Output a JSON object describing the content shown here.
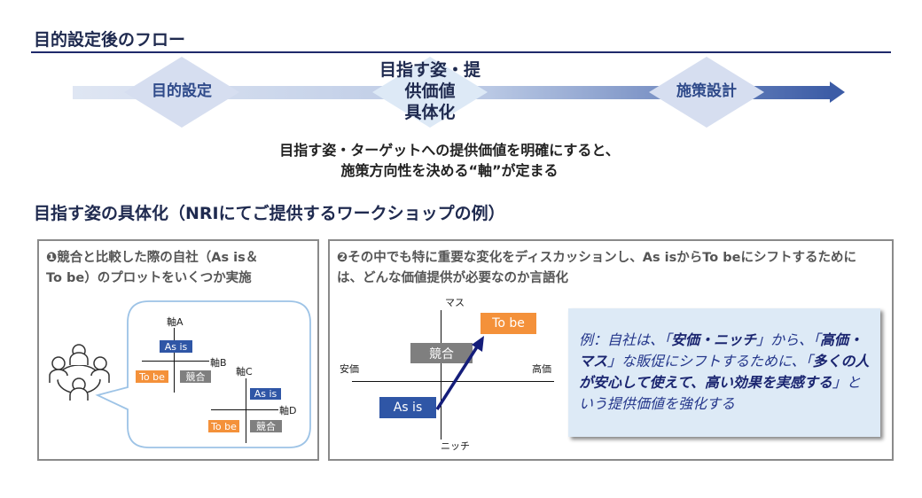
{
  "section1": {
    "title": "目的設定後のフロー"
  },
  "flow": {
    "steps": [
      "目的設定",
      "目指す姿・提供価値\n具体化",
      "施策設計"
    ],
    "step2_line1": "目指す姿・提供価値",
    "step2_line2": "具体化",
    "summary_line1": "目指す姿・ターゲットへの提供価値を明確にすると、",
    "summary_line2": "施策方向性を決める“軸”が定まる"
  },
  "section2": {
    "title": "目指す姿の具体化（NRIにてご提供するワークショップの例）"
  },
  "panel1": {
    "title_line1": "❶競合と比較した際の自社（As is＆",
    "title_line2": "To be）のプロットをいくつか実施",
    "axis_a": "軸A",
    "axis_b": "軸B",
    "axis_c": "軸C",
    "axis_d": "軸D",
    "as_is": "As is",
    "to_be": "To be",
    "competitor": "競合"
  },
  "panel2": {
    "title_line1": "❷その中でも特に重要な変化をディスカッションし、As isからTo beにシフトするために",
    "title_line2": "は、どんな価値提供が必要なのか言語化",
    "axis_top": "マス",
    "axis_bottom": "ニッチ",
    "axis_left": "安価",
    "axis_right": "高価",
    "as_is": "As is",
    "to_be": "To be",
    "competitor": "競合",
    "callout": {
      "p1": "例：自社は、「",
      "b1": "安価・ニッチ",
      "p2": "」から、「",
      "b2": "高価・マス",
      "p3": "」な販促にシフトするために、「",
      "b3": "多くの人が安心して使えて、高い効果を実感する",
      "p4": "」という提供価値を強化する"
    }
  },
  "colors": {
    "navy": "#1f2a4f",
    "as_is": "#2f56a6",
    "to_be": "#f4913a",
    "competitor": "#7f7f7f",
    "callout_bg": "#ddeaf6"
  }
}
